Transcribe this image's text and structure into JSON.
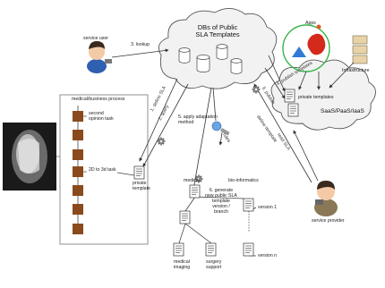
{
  "actors": {
    "service_user": "service user",
    "service_provider": "service provider"
  },
  "cloud_center": {
    "title_line1": "DBs of Public",
    "title_line2": "SLA Templates"
  },
  "cloud_right": {
    "apps": "Apps",
    "infrastructure": "Infrastructure",
    "private_templates": "private templates",
    "saas": "SaaS/PaaS/IaaS"
  },
  "process": {
    "title": "medical/business process",
    "second_opinion_1": "second",
    "second_opinion_2": "opinion task",
    "task_3d_1": "2D to 3d task",
    "task_3d_2": "",
    "private_template_1": "private",
    "private_template_2": "template"
  },
  "steps": {
    "s1": "1. define SLA",
    "s2": "2. query",
    "s3": "3. lookup",
    "s4": "4. publish templates",
    "s4b": "5. publish",
    "s5_1": "5. apply adaptation",
    "s5_2": "method",
    "s6_1": "6. generate",
    "s6_2": "new public SLA",
    "s6_3": "template",
    "s6_4": "version /",
    "s6_5": "branch",
    "rules": "rules",
    "search": "search",
    "read_sla": "read SLA",
    "ref": "define template"
  },
  "tree": {
    "medical": "medical",
    "bio": "bio-informatics",
    "v1": "version 1",
    "vn": "version n",
    "leaf1_1": "medical",
    "leaf1_2": "imaging",
    "leaf2_1": "surgery",
    "leaf2_2": "support"
  },
  "colors": {
    "cloud_fill": "#f2f2f2",
    "cloud_stroke": "#555555",
    "task_fill": "#8a4a1c",
    "skin": "#f3c9a6",
    "shirt_user": "#2f5fb0",
    "shirt_provider": "#8a7755",
    "hair": "#3a2a1e",
    "green": "#39b54a",
    "red_app": "#d42a1c",
    "blue_app": "#2f7bd6"
  },
  "icons": [
    "user-icon",
    "provider-icon",
    "database-icon",
    "document-icon",
    "gear-icon",
    "xray-image-icon",
    "app-icon",
    "server-icon"
  ]
}
